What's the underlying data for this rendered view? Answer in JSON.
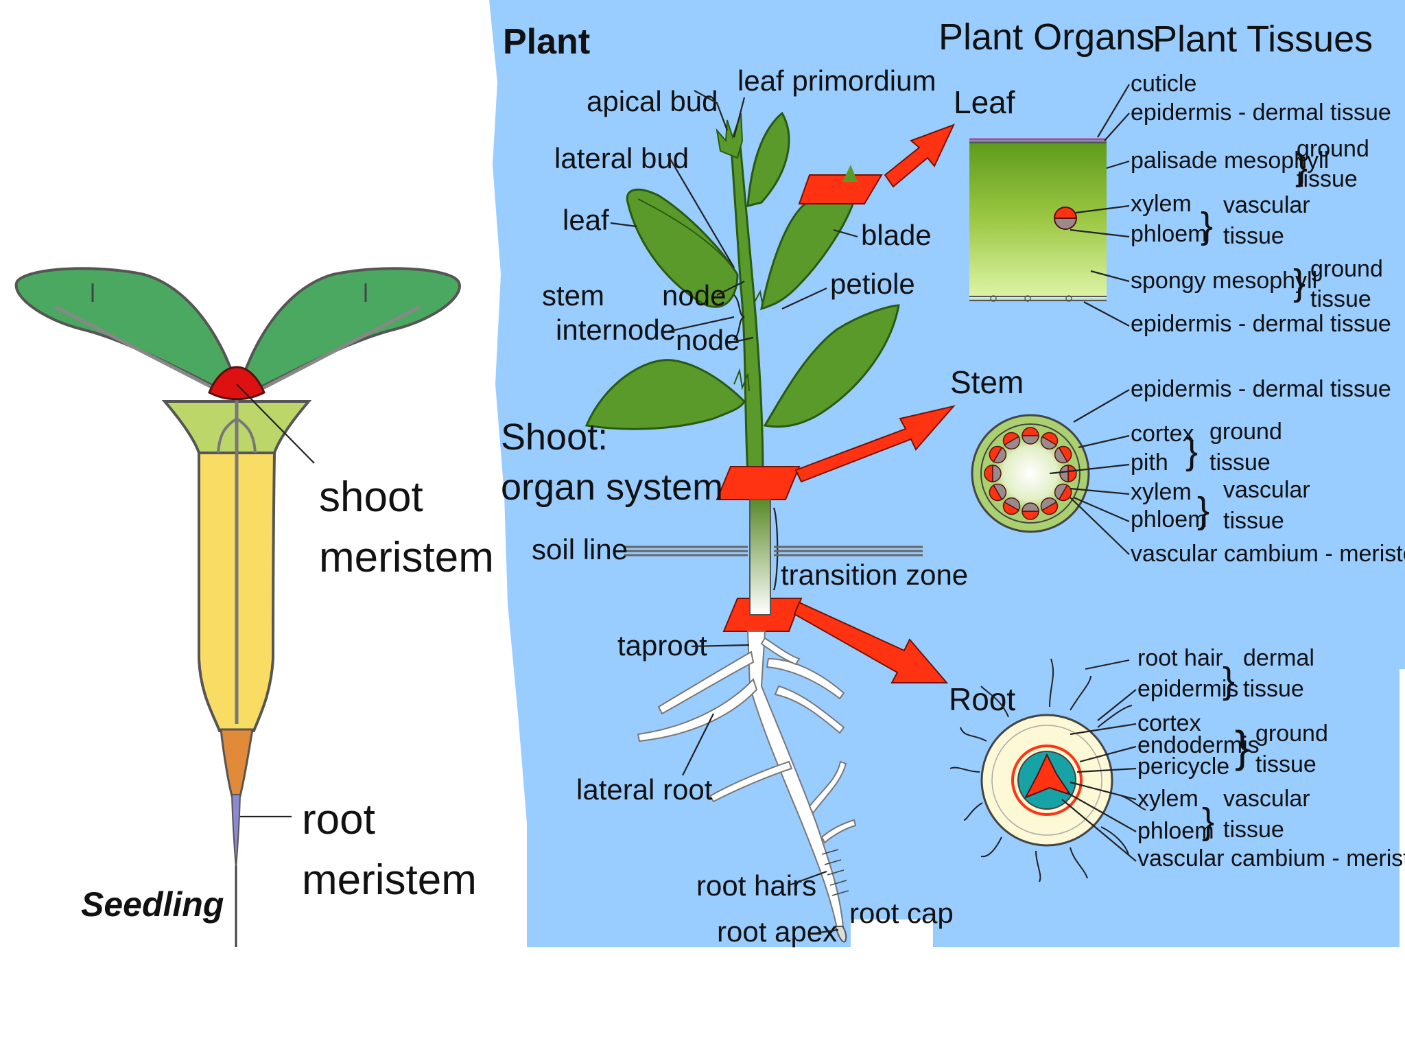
{
  "seedling": {
    "caption": "Seedling",
    "shoot_meristem": [
      "shoot",
      "meristem"
    ],
    "root_meristem": [
      "root",
      "meristem"
    ]
  },
  "plant": {
    "title": "Plant",
    "organs_header": "Plant Organs",
    "tissues_header": "Plant Tissues",
    "labels": {
      "apical_bud": "apical bud",
      "leaf_primordium": "leaf primordium",
      "lateral_bud": "lateral bud",
      "leaf": "leaf",
      "blade": "blade",
      "petiole": "petiole",
      "stem": "stem",
      "node_top": "node",
      "internode": "internode",
      "node_bottom": "node",
      "shoot_system": [
        "Shoot:",
        "organ system"
      ],
      "soil_line": "soil line",
      "transition_zone": "transition zone",
      "taproot": "taproot",
      "lateral_root": "lateral root",
      "root_hairs": "root hairs",
      "root_cap": "root cap",
      "root_apex": "root apex"
    }
  },
  "organs": {
    "leaf": {
      "title": "Leaf",
      "cuticle": "cuticle",
      "epidermis_top": "epidermis - dermal tissue",
      "palisade": "palisade mesophyll",
      "palisade_group": [
        "ground",
        "tissue"
      ],
      "xylem": "xylem",
      "phloem": "phloem",
      "vascular_group": [
        "vascular",
        "tissue"
      ],
      "spongy": "spongy mesophyll",
      "spongy_group": [
        "ground",
        "tissue"
      ],
      "epidermis_bottom": "epidermis - dermal tissue"
    },
    "stem": {
      "title": "Stem",
      "epidermis": "epidermis - dermal tissue",
      "cortex": "cortex",
      "pith": "pith",
      "ground_group": [
        "ground",
        "tissue"
      ],
      "xylem": "xylem",
      "phloem": "phloem",
      "vascular_group": [
        "vascular",
        "tissue"
      ],
      "cambium": "vascular cambium - meristematic"
    },
    "root": {
      "title": "Root",
      "root_hair": "root hair",
      "epidermis": "epidermis",
      "dermal_group": [
        "dermal",
        "tissue"
      ],
      "cortex": "cortex",
      "endodermis": "endodermis",
      "pericycle": "pericycle",
      "ground_group": [
        "ground",
        "tissue"
      ],
      "xylem": "xylem",
      "phloem": "phloem",
      "vascular_group": [
        "vascular",
        "tissue"
      ],
      "cambium": "vascular cambium - meristematic"
    }
  },
  "colors": {
    "panel_bg": "#99ccff",
    "leaf_green": "#5a9a2a",
    "seedling_leaf": "#4aa860",
    "meristem_red": "#dd1111",
    "arrow_red": "#ff3311"
  }
}
